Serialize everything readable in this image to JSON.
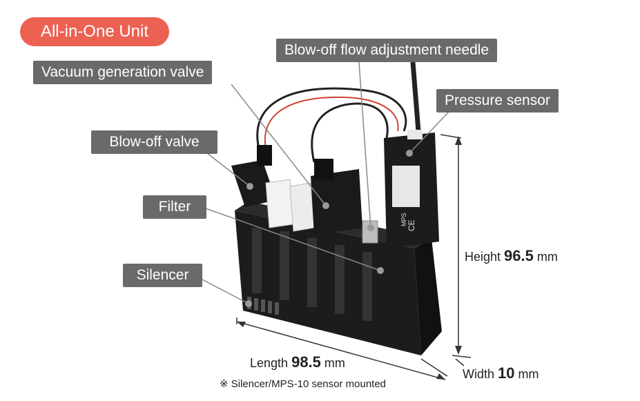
{
  "badge": "All-in-One Unit",
  "callouts": {
    "blowoff_needle": "Blow-off flow adjustment needle",
    "vacuum_valve": "Vacuum generation valve",
    "pressure_sensor": "Pressure sensor",
    "blowoff_valve": "Blow-off valve",
    "filter": "Filter",
    "silencer": "Silencer"
  },
  "dimensions": {
    "height_label": "Height",
    "height_value": "96.5",
    "length_label": "Length",
    "length_value": "98.5",
    "width_label": "Width",
    "width_value": "10",
    "unit": "mm"
  },
  "note": "※ Silencer/MPS-10 sensor mounted",
  "sensor_text": {
    "brand": "MPS",
    "mark": "CE"
  },
  "colors": {
    "badge": "#ec6152",
    "callout_bg": "#6a6a6a",
    "body": "#1c1c1c"
  }
}
